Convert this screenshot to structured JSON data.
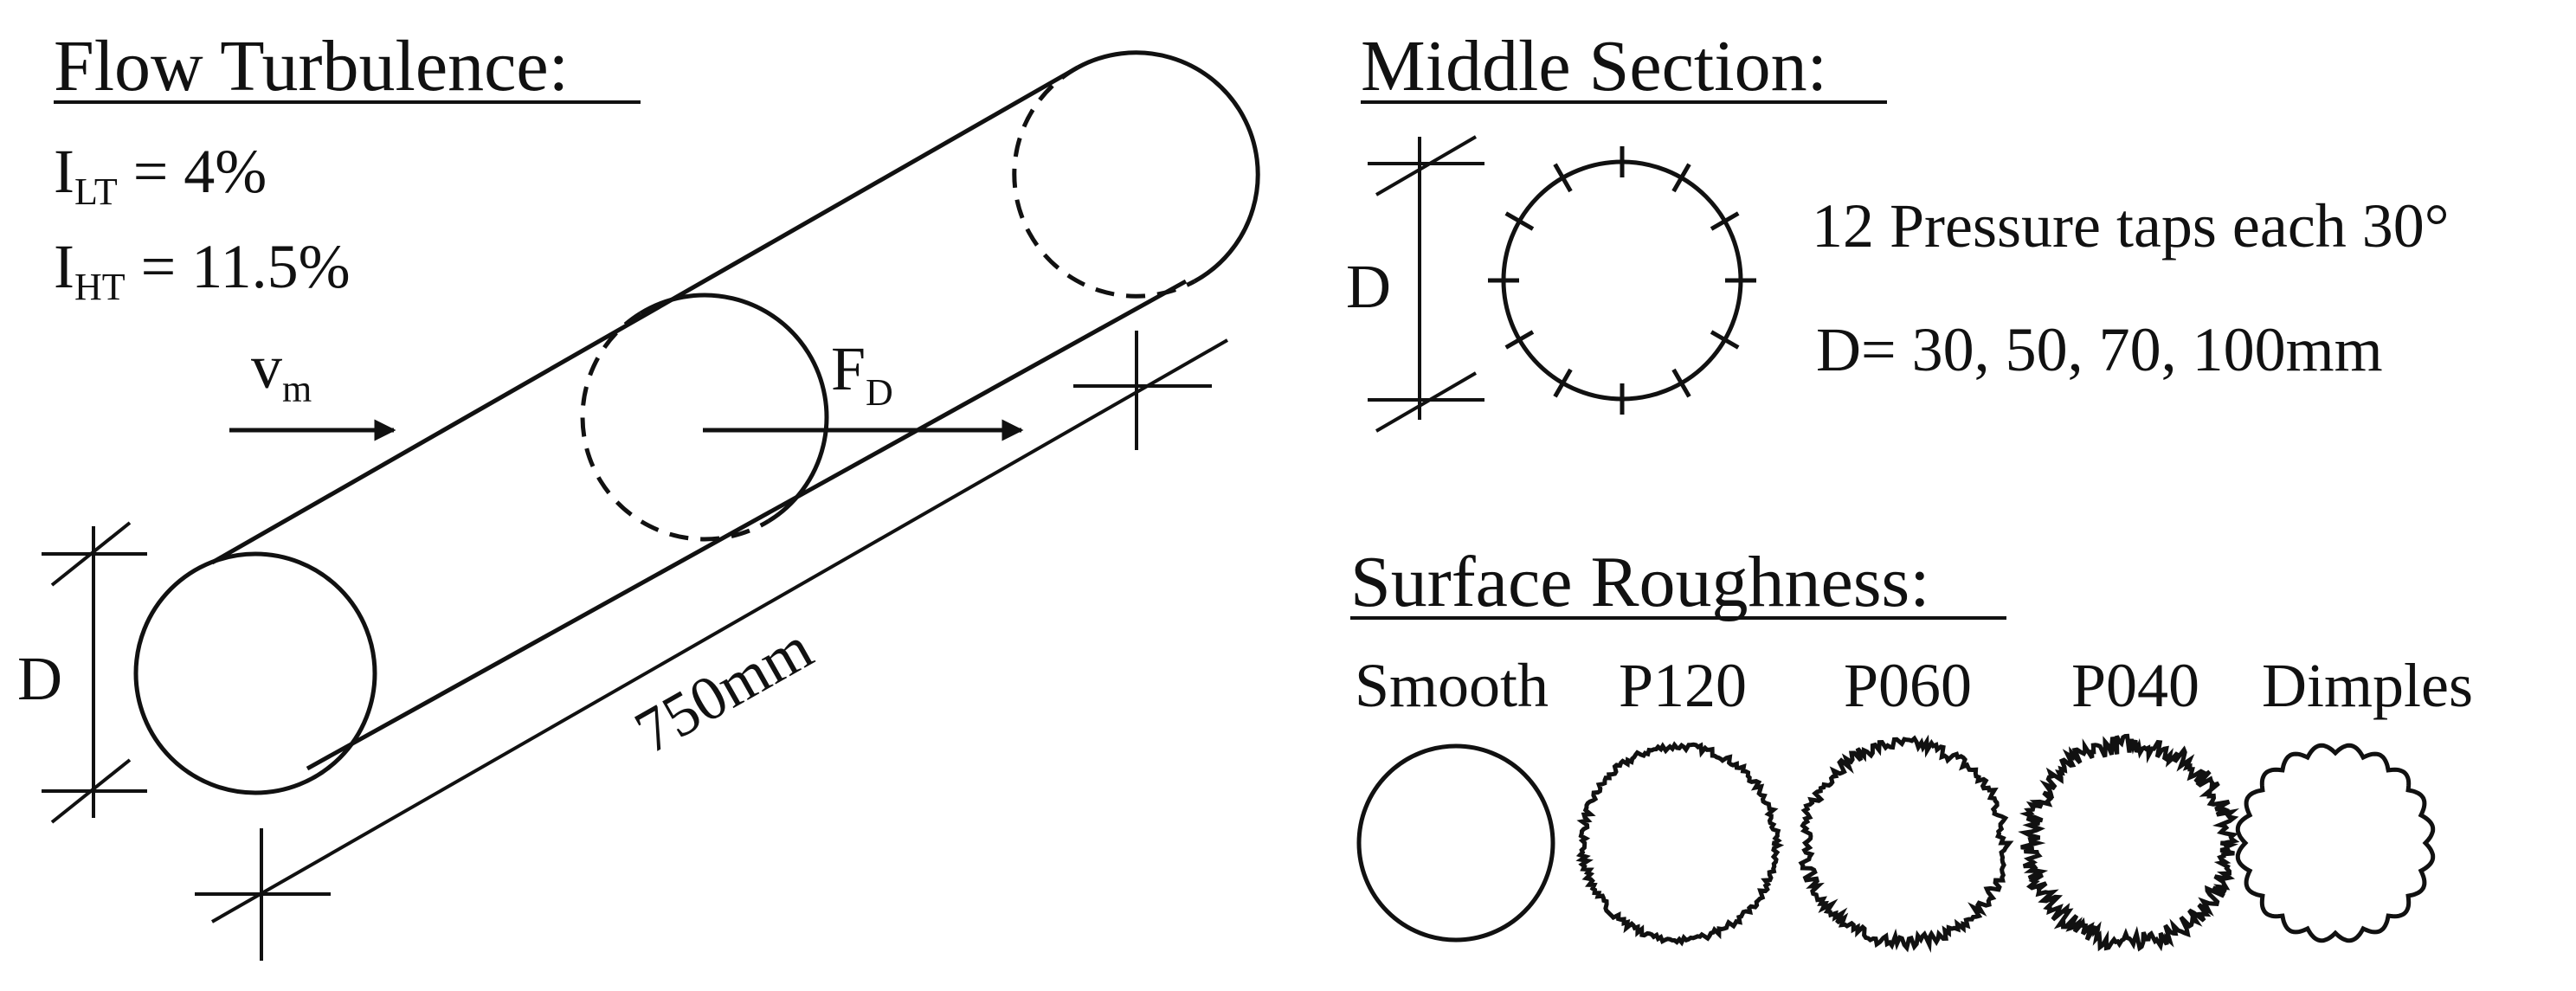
{
  "flow_turbulence": {
    "heading": "Flow Turbulence:",
    "i_lt": {
      "symbol": "I",
      "subscript": "LT",
      "value": " = 4%"
    },
    "i_ht": {
      "symbol": "I",
      "subscript": "HT",
      "value": " = 11.5%"
    }
  },
  "cylinder": {
    "velocity": {
      "symbol": "v",
      "subscript": "m"
    },
    "drag": {
      "symbol": "F",
      "subscript": "D"
    },
    "diameter_label": "D",
    "length_label": "750mm"
  },
  "middle_section": {
    "heading": "Middle Section:",
    "diameter_label": "D",
    "taps_text": "12 Pressure taps each 30°",
    "diameters_text": "D= 30, 50, 70, 100mm",
    "tap_count": 12,
    "tap_spacing_deg": 30
  },
  "surface_roughness": {
    "heading": "Surface Roughness:",
    "samples": [
      {
        "label": "Smooth",
        "roughness": 0
      },
      {
        "label": "P120",
        "roughness": 1
      },
      {
        "label": "P060",
        "roughness": 2
      },
      {
        "label": "P040",
        "roughness": 3
      },
      {
        "label": "Dimples",
        "roughness": 4
      }
    ]
  },
  "colors": {
    "ink": "#111111",
    "background": "#ffffff"
  }
}
